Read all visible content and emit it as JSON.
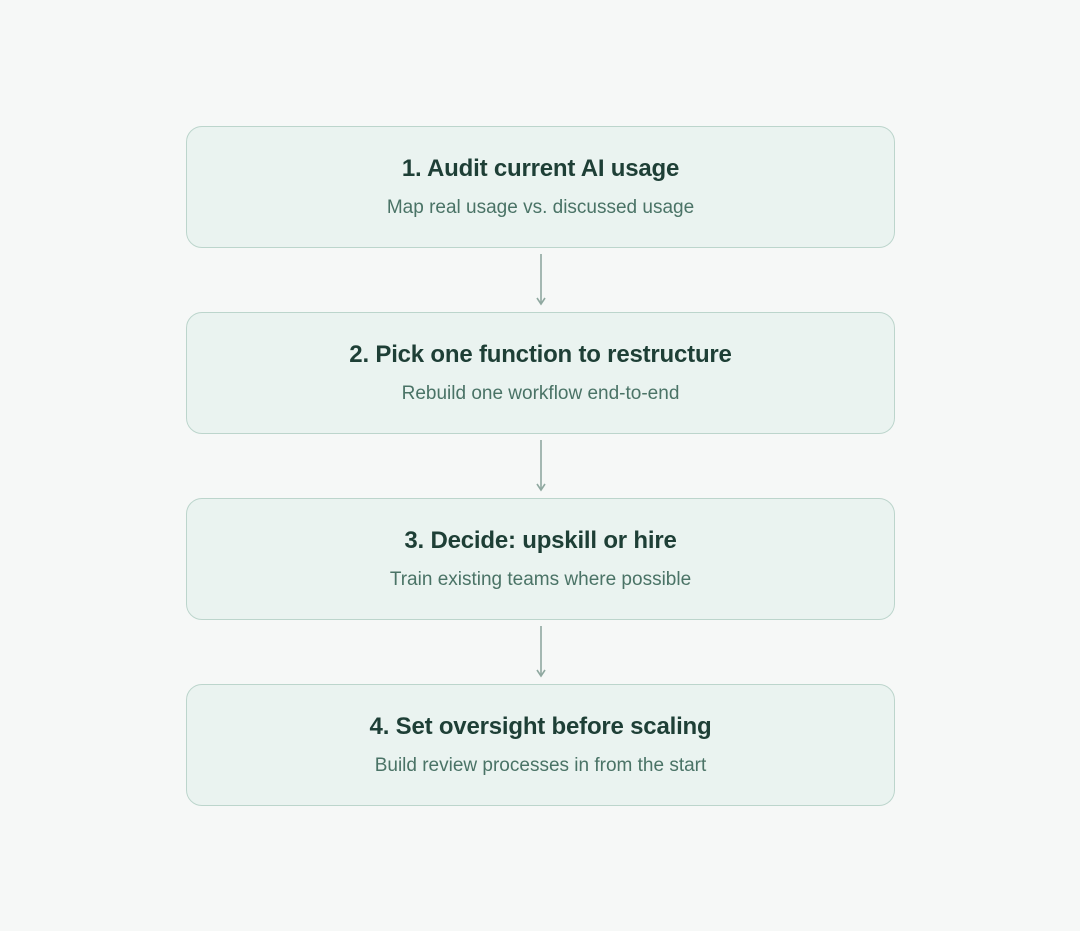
{
  "steps": [
    {
      "title": "1. Audit current AI usage",
      "subtitle": "Map real usage vs. discussed usage"
    },
    {
      "title": "2. Pick one function to restructure",
      "subtitle": "Rebuild one workflow end-to-end"
    },
    {
      "title": "3. Decide: upskill or hire",
      "subtitle": "Train existing teams where possible"
    },
    {
      "title": "4. Set oversight before scaling",
      "subtitle": "Build review processes in from the start"
    }
  ],
  "colors": {
    "background": "#f6f8f7",
    "box_fill": "#eaf3f0",
    "box_border": "#bcd5cc",
    "title_text": "#1e3f36",
    "subtitle_text": "#4a7366",
    "arrow": "#8fa8a0"
  }
}
